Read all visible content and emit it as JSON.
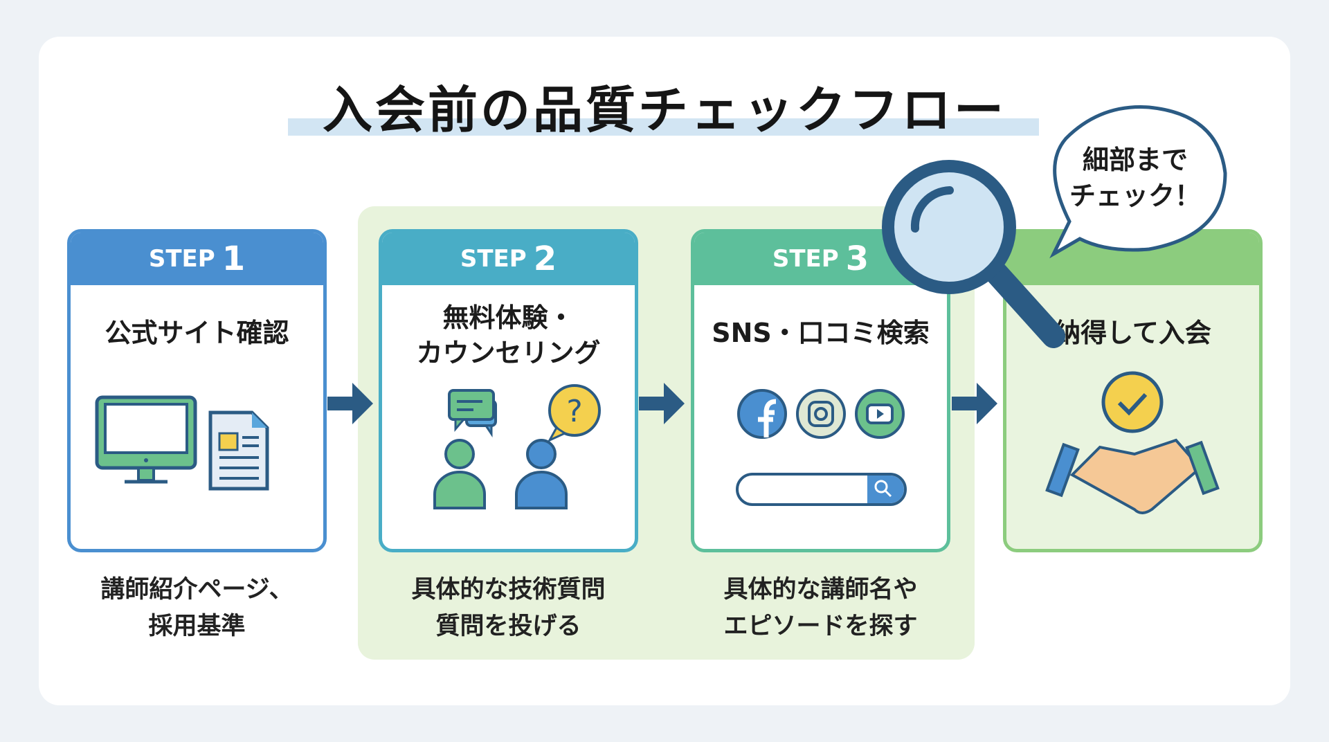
{
  "title": "入会前の品質チェックフロー",
  "steps": [
    {
      "label": "STEP",
      "number": "1",
      "title": "公式サイト確認",
      "caption": [
        "講師紹介ページ、",
        "採用基準"
      ],
      "color": "#4a8fd0"
    },
    {
      "label": "STEP",
      "number": "2",
      "title": [
        "無料体験・",
        "カウンセリング"
      ],
      "caption": [
        "具体的な技術質問",
        "質問を投げる"
      ],
      "color": "#49adc6"
    },
    {
      "label": "STEP",
      "number": "3",
      "title": "SNS・口コミ検索",
      "caption": [
        "具体的な講師名や",
        "エピソードを探す"
      ],
      "color": "#5dbf9b"
    }
  ],
  "final": {
    "title": "納得して入会",
    "color": "#8ccc7e"
  },
  "bubble": [
    "細部まで",
    "チェック！"
  ],
  "colors": {
    "navy": "#2b5b84",
    "band": "#e8f3dc",
    "highlight": "#d2e5f3"
  }
}
